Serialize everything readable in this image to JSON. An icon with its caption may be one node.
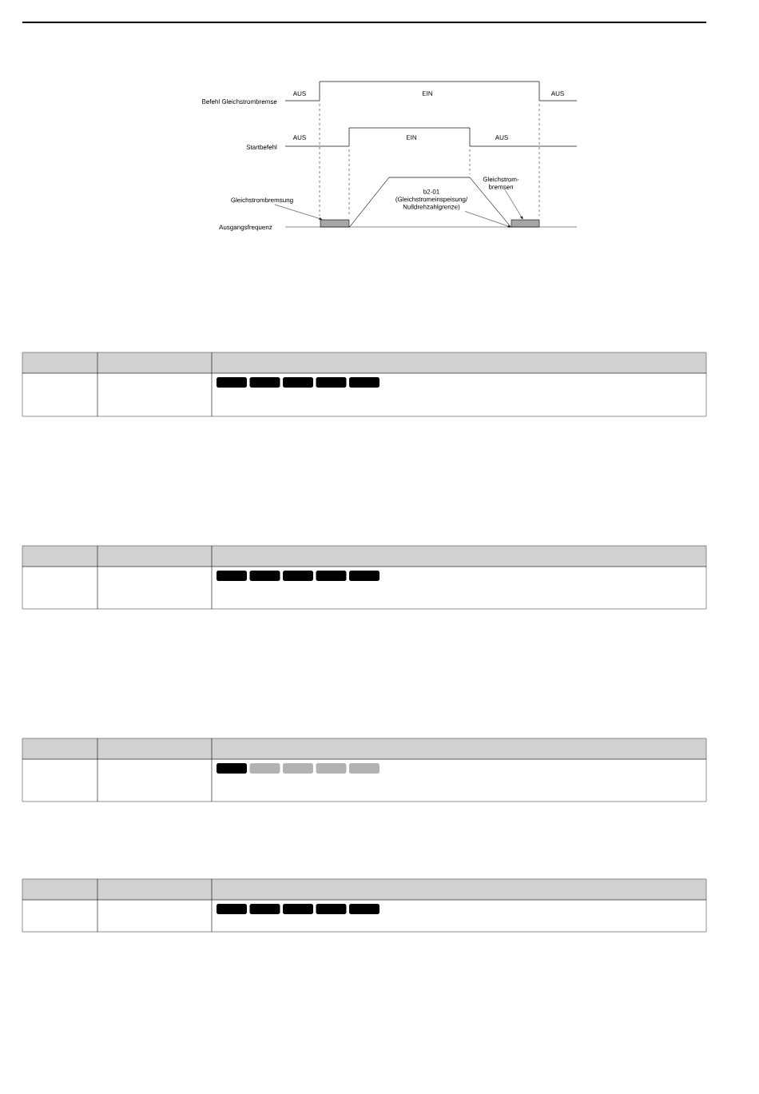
{
  "diagram": {
    "nodes": [
      {
        "text": [
          "Gleichstrombremsung"
        ]
      },
      {
        "text": [],
        "shape": "box"
      },
      {
        "text": [
          "b2-01 (Gleichstromeinspeisung/ Nulldrehzahlgrenze)"
        ]
      },
      {
        "text": [
          "Gleichstrom- bremsen"
        ]
      },
      {
        "text": [],
        "shape": "box"
      }
    ],
    "edges": [
      {
        "from": 0,
        "to": 1,
        "arrow": "to"
      },
      {
        "from": 2,
        "to": 4,
        "arrow": "to"
      },
      {
        "from": 3,
        "to": 4,
        "arrow": "to"
      },
      {
        "from": 1,
        "to": 4,
        "arrow": "none"
      }
    ],
    "labels": [
      "Befehl Gleichstrombremse",
      "AUS",
      "EIN",
      "AUS",
      "Startbefehl",
      "AUS",
      "EIN",
      "AUS",
      "Ausgangsfrequenz"
    ]
  }
}
